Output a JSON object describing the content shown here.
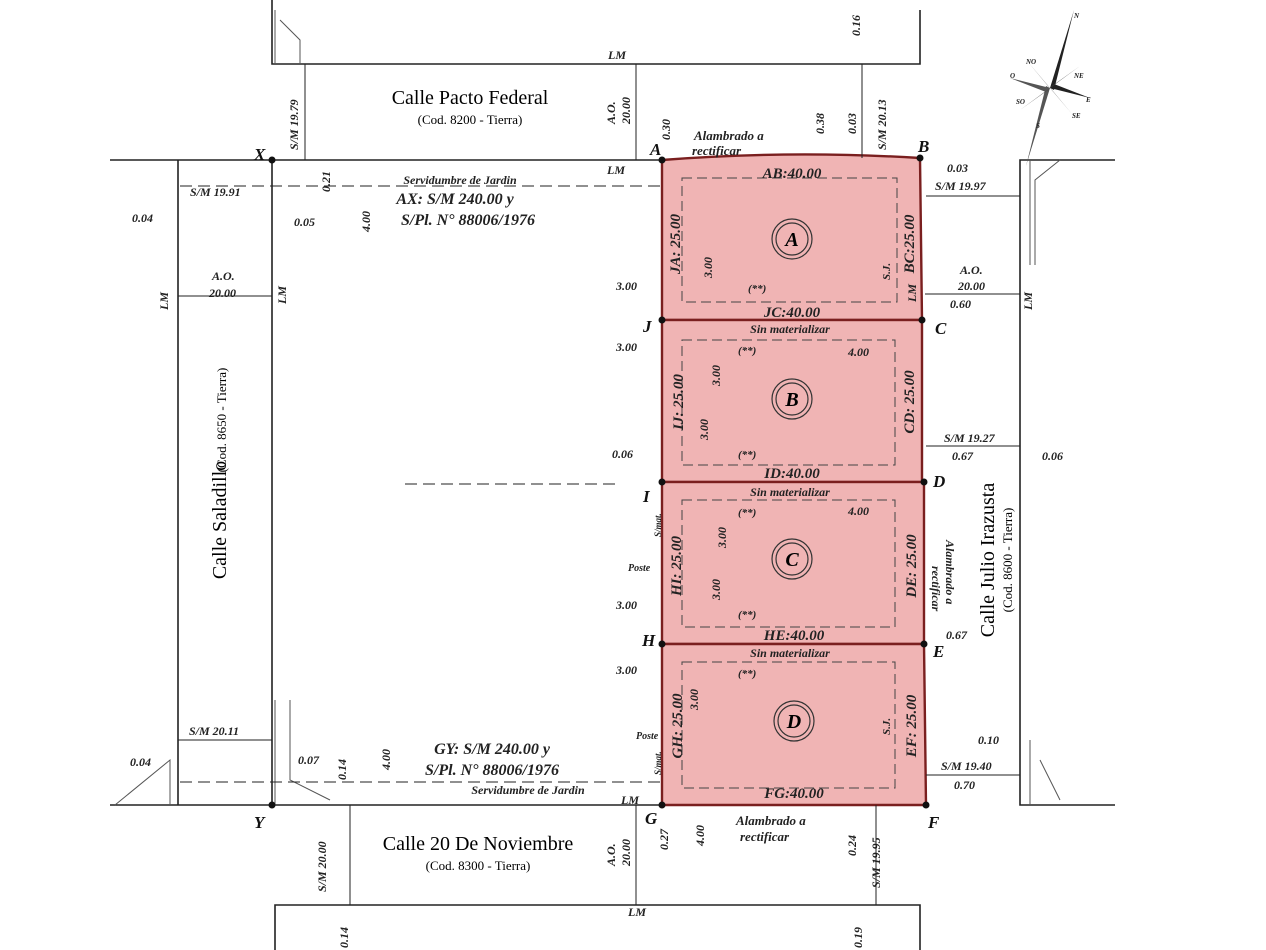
{
  "streets": {
    "top": {
      "name": "Calle Pacto Federal",
      "code": "(Cod. 8200 - Tierra)"
    },
    "bottom": {
      "name": "Calle 20 De Noviembre",
      "code": "(Cod. 8300 - Tierra)"
    },
    "left": {
      "name": "Calle Saladillo",
      "code": "(Cod. 8650 - Tierra)"
    },
    "right": {
      "name": "Calle Julio Irazusta",
      "code": "(Cod. 8600 - Tierra)"
    }
  },
  "vertices": [
    "A",
    "B",
    "C",
    "D",
    "E",
    "F",
    "G",
    "H",
    "I",
    "J",
    "X",
    "Y"
  ],
  "lots": [
    {
      "id": "A",
      "top": "AB:40.00",
      "bottom": "JC:40.00",
      "left": "JA: 25.00",
      "right": "BC:25.00"
    },
    {
      "id": "B",
      "top": "JC:40.00",
      "bottom": "ID:40.00",
      "left": "IJ: 25.00",
      "right": "CD: 25.00"
    },
    {
      "id": "C",
      "top": "ID:40.00",
      "bottom": "HE:40.00",
      "left": "HI: 25.00",
      "right": "DE: 25.00"
    },
    {
      "id": "D",
      "top": "HE:40.00",
      "bottom": "FG:40.00",
      "left": "GH: 25.00",
      "right": "EF: 25.00"
    }
  ],
  "notes": {
    "servidumbre": "Servidumbre de Jardin",
    "ax": "AX: S/M 240.00 y",
    "ax_plan": "S/Pl. N° 88006/1976",
    "gy": "GY: S/M 240.00 y",
    "gy_plan": "S/Pl. N° 88006/1976",
    "sin_materializar": "Sin materializar",
    "alambrado": "Alambrado a",
    "rectificar": "rectificar",
    "poste": "Poste",
    "lm": "LM",
    "ao": "A.O.",
    "ao_value": "20.00",
    "sj": "S.J.",
    "double_star": "(**)",
    "smat": "S/mat."
  },
  "dimensions": {
    "sm_19_79": "S/M 19.79",
    "sm_20_13": "S/M 20.13",
    "sm_19_91": "S/M 19.91",
    "sm_19_97": "S/M 19.97",
    "sm_19_27": "S/M 19.27",
    "sm_20_11": "S/M 20.11",
    "sm_19_40": "S/M 19.40",
    "sm_20_00": "S/M 20.00",
    "sm_19_95": "S/M 19.95",
    "d_0_16": "0.16",
    "d_0_30": "0.30",
    "d_0_38": "0.38",
    "d_0_03": "0.03",
    "d_0_21": "0.21",
    "d_4_00": "4.00",
    "d_0_04": "0.04",
    "d_0_05": "0.05",
    "d_3_00": "3.00",
    "d_0_60": "0.60",
    "d_0_06": "0.06",
    "d_0_67": "0.67",
    "d_0_10": "0.10",
    "d_0_70": "0.70",
    "d_0_07": "0.07",
    "d_0_14": "0.14",
    "d_0_27": "0.27",
    "d_0_24": "0.24",
    "d_0_19": "0.19"
  },
  "compass": [
    "N",
    "NE",
    "E",
    "SE",
    "S",
    "SO",
    "O",
    "NO"
  ],
  "colors": {
    "lot_fill": "#f0b4b4",
    "lot_stroke": "#7a1f1f",
    "line": "#222222"
  }
}
